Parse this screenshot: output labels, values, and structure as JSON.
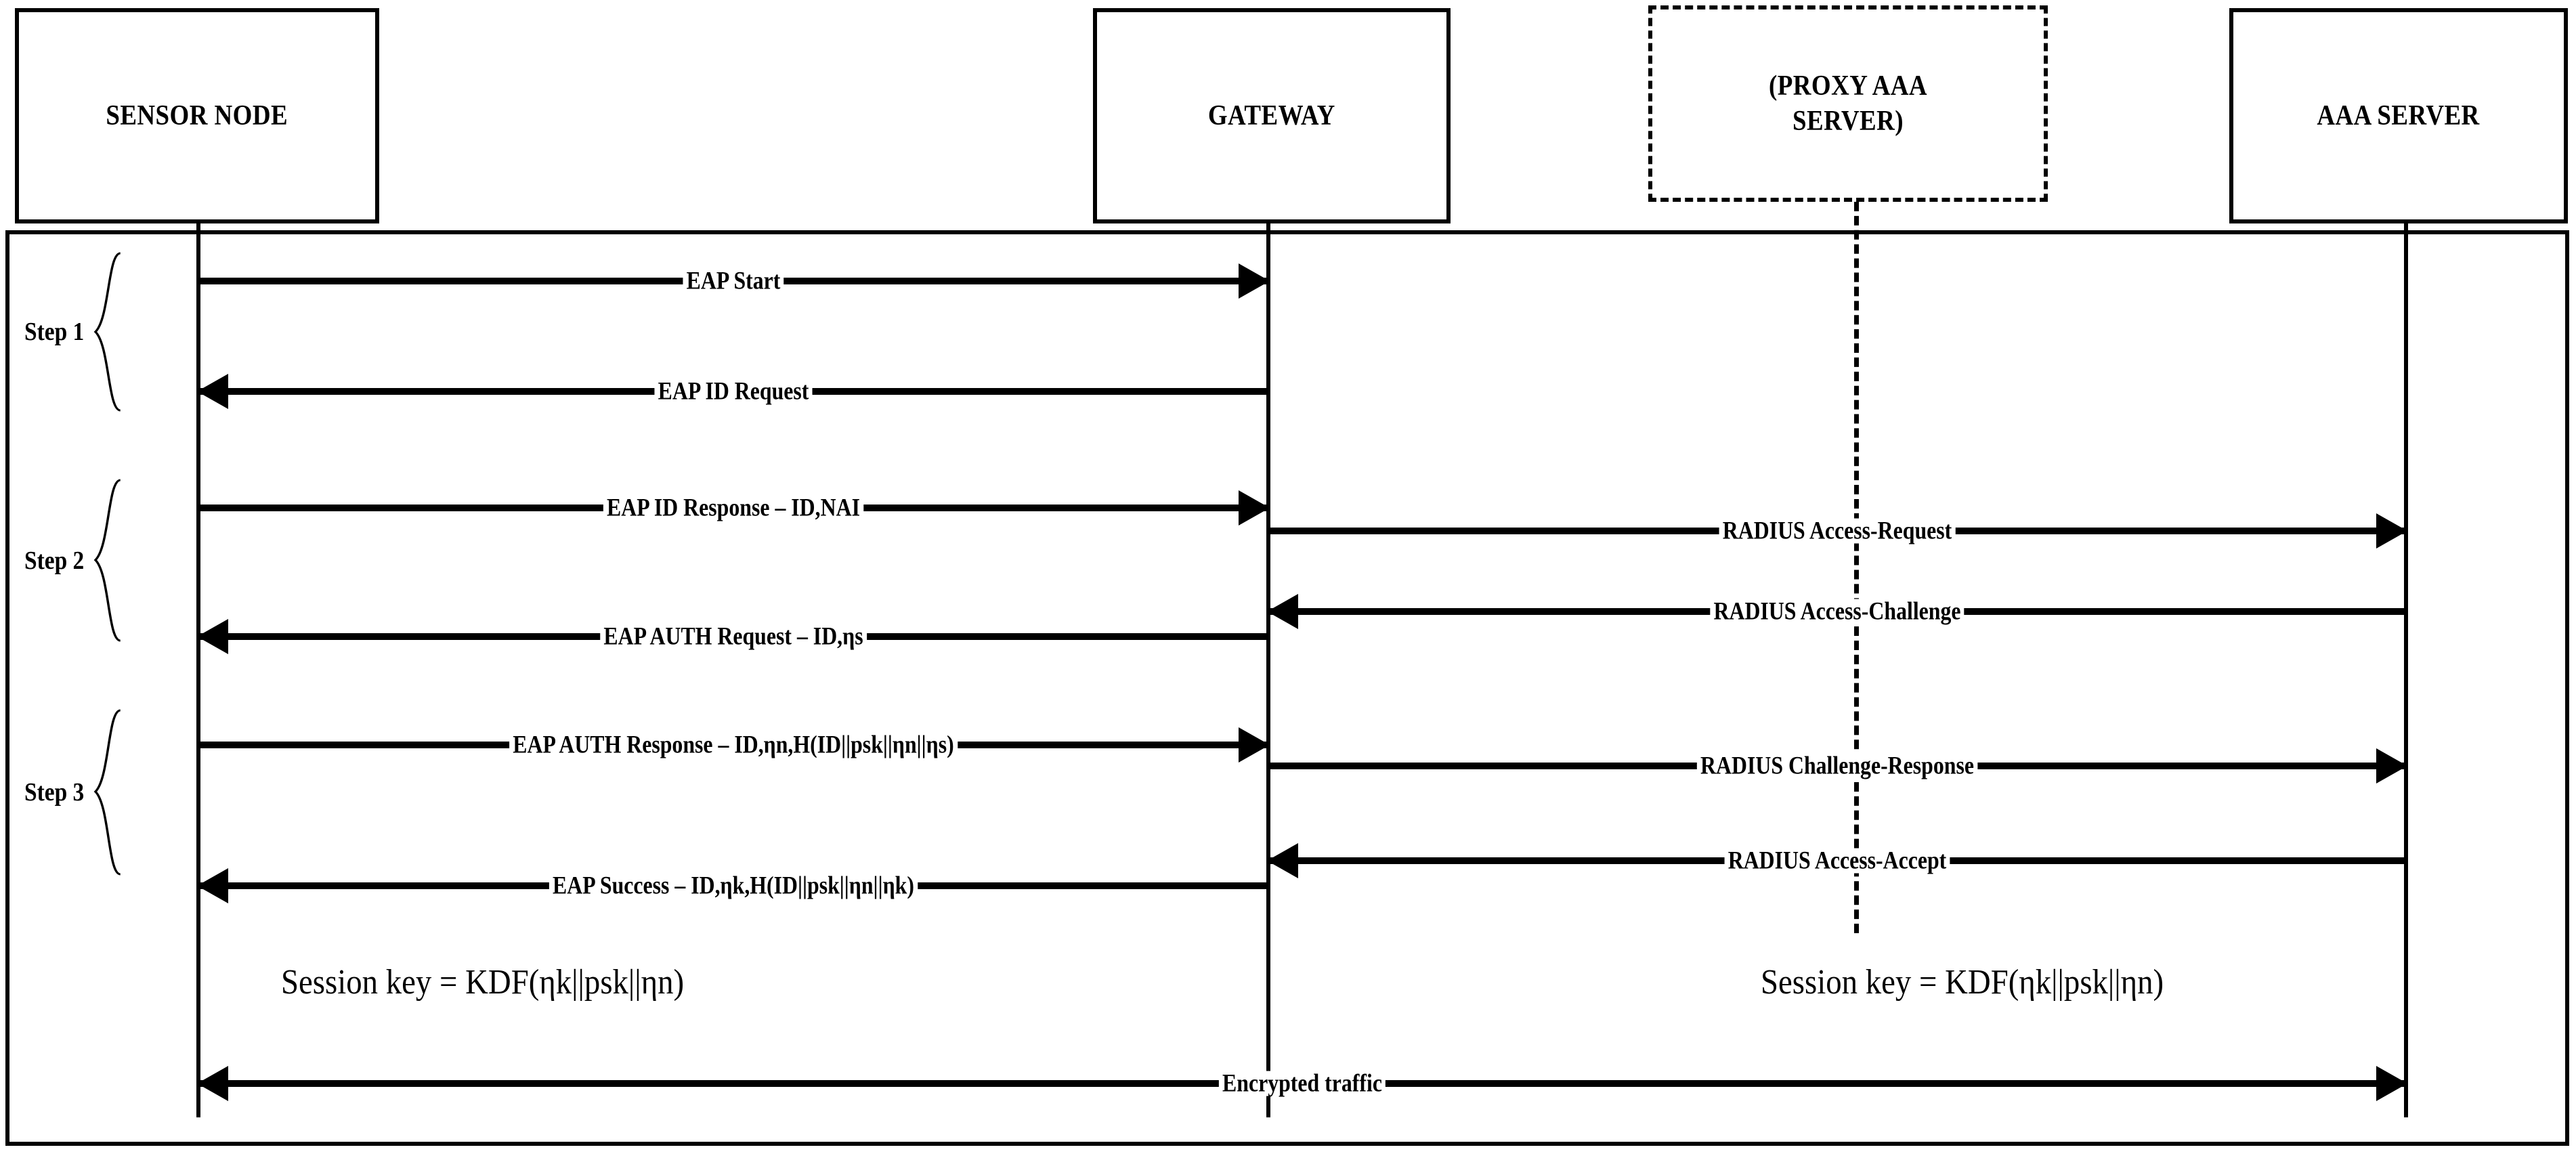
{
  "diagram": {
    "title": "EAP/RADIUS authentication sequence",
    "actors": [
      {
        "id": "sensor-node",
        "label": "SENSOR NODE",
        "style": "solid"
      },
      {
        "id": "gateway",
        "label": "GATEWAY",
        "style": "solid"
      },
      {
        "id": "proxy-aaa-server",
        "label": "(PROXY AAA SERVER)",
        "style": "dashed"
      },
      {
        "id": "aaa-server",
        "label": "AAA SERVER",
        "style": "solid"
      }
    ],
    "steps": [
      {
        "id": "step-1",
        "label": "Step 1"
      },
      {
        "id": "step-2",
        "label": "Step 2"
      },
      {
        "id": "step-3",
        "label": "Step 3"
      }
    ],
    "messages": [
      {
        "id": "eap-start",
        "label": "EAP Start",
        "from": "sensor-node",
        "to": "gateway",
        "direction": "right",
        "step": "Step 1"
      },
      {
        "id": "eap-id-request",
        "label": "EAP ID Request",
        "from": "gateway",
        "to": "sensor-node",
        "direction": "left",
        "step": "Step 1"
      },
      {
        "id": "eap-id-response",
        "label": "EAP ID Response – ID,NAI",
        "from": "sensor-node",
        "to": "gateway",
        "direction": "right",
        "step": "Step 2"
      },
      {
        "id": "radius-access-request",
        "label": "RADIUS Access-Request",
        "from": "gateway",
        "to": "aaa-server",
        "direction": "right",
        "step": "Step 2"
      },
      {
        "id": "radius-access-challenge",
        "label": "RADIUS Access-Challenge",
        "from": "aaa-server",
        "to": "gateway",
        "direction": "left",
        "step": "Step 2"
      },
      {
        "id": "eap-auth-request",
        "label": "EAP AUTH Request – ID,ηs",
        "from": "gateway",
        "to": "sensor-node",
        "direction": "left",
        "step": "Step 2"
      },
      {
        "id": "eap-auth-response",
        "label": "EAP AUTH Response – ID,ηn,H(ID||psk||ηn||ηs)",
        "from": "sensor-node",
        "to": "gateway",
        "direction": "right",
        "step": "Step 3"
      },
      {
        "id": "radius-challenge-response",
        "label": "RADIUS Challenge-Response",
        "from": "gateway",
        "to": "aaa-server",
        "direction": "right",
        "step": "Step 3"
      },
      {
        "id": "radius-access-accept",
        "label": "RADIUS Access-Accept",
        "from": "aaa-server",
        "to": "gateway",
        "direction": "left",
        "step": "Step 3"
      },
      {
        "id": "eap-success",
        "label": "EAP Success – ID,ηk,H(ID||psk||ηn||ηk)",
        "from": "gateway",
        "to": "sensor-node",
        "direction": "left",
        "step": "Step 3"
      },
      {
        "id": "encrypted-traffic",
        "label": "Encrypted traffic",
        "from": "sensor-node",
        "to": "aaa-server",
        "direction": "both",
        "step": ""
      }
    ],
    "notes": [
      {
        "id": "session-key-left",
        "label": "Session key = KDF(ηk||psk||ηn)"
      },
      {
        "id": "session-key-right",
        "label": "Session key = KDF(ηk||psk||ηn)"
      }
    ],
    "colors": {
      "line": "#000000",
      "background": "#ffffff"
    }
  }
}
